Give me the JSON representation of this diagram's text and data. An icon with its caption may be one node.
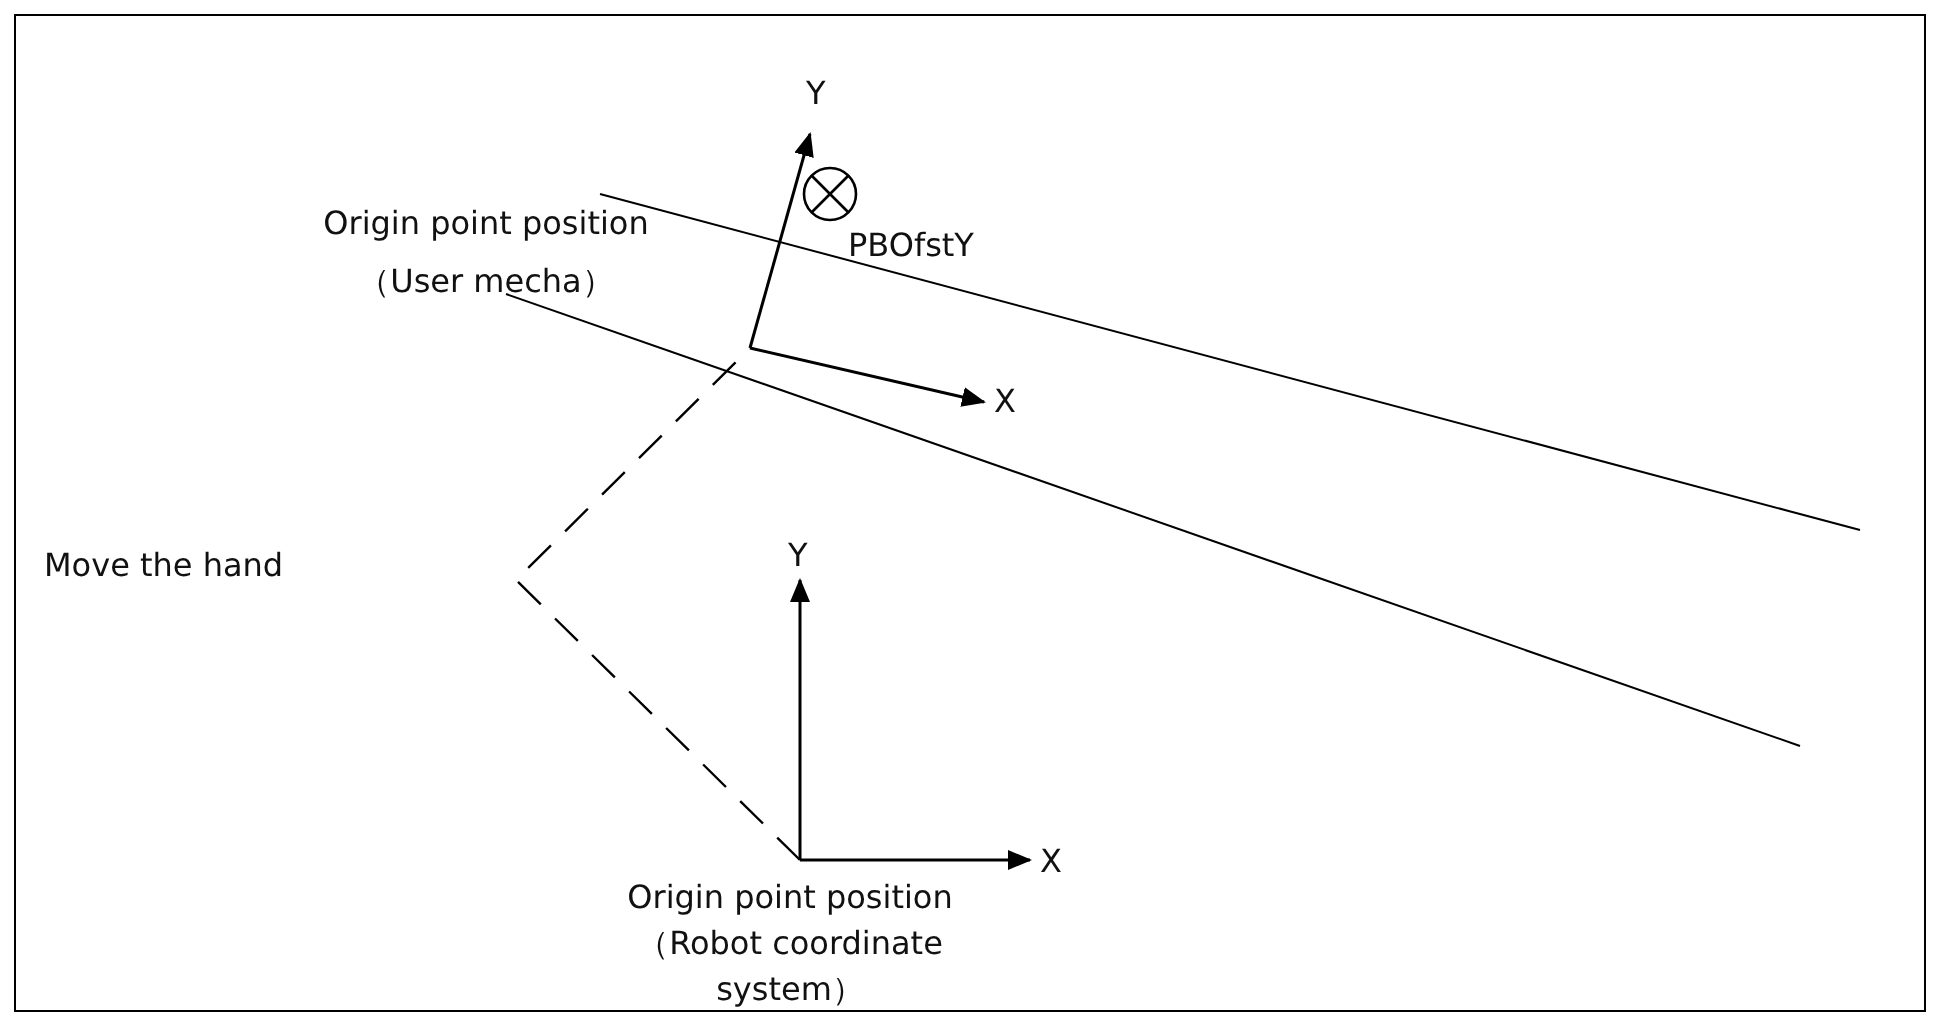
{
  "diagram": {
    "nodes": [
      {
        "text": [],
        "shape": "axes"
      },
      {
        "text": [],
        "shape": "axes"
      }
    ],
    "edges": [
      {
        "from": 1,
        "to": 0,
        "arrow": "none",
        "style": "dashed"
      }
    ],
    "labels": [
      "Y",
      "Origin point position （User mecha）",
      "PBOfstY",
      "X",
      "Move the hand",
      "Y",
      "X",
      "Origin point position （Robot coordinate system）"
    ]
  }
}
